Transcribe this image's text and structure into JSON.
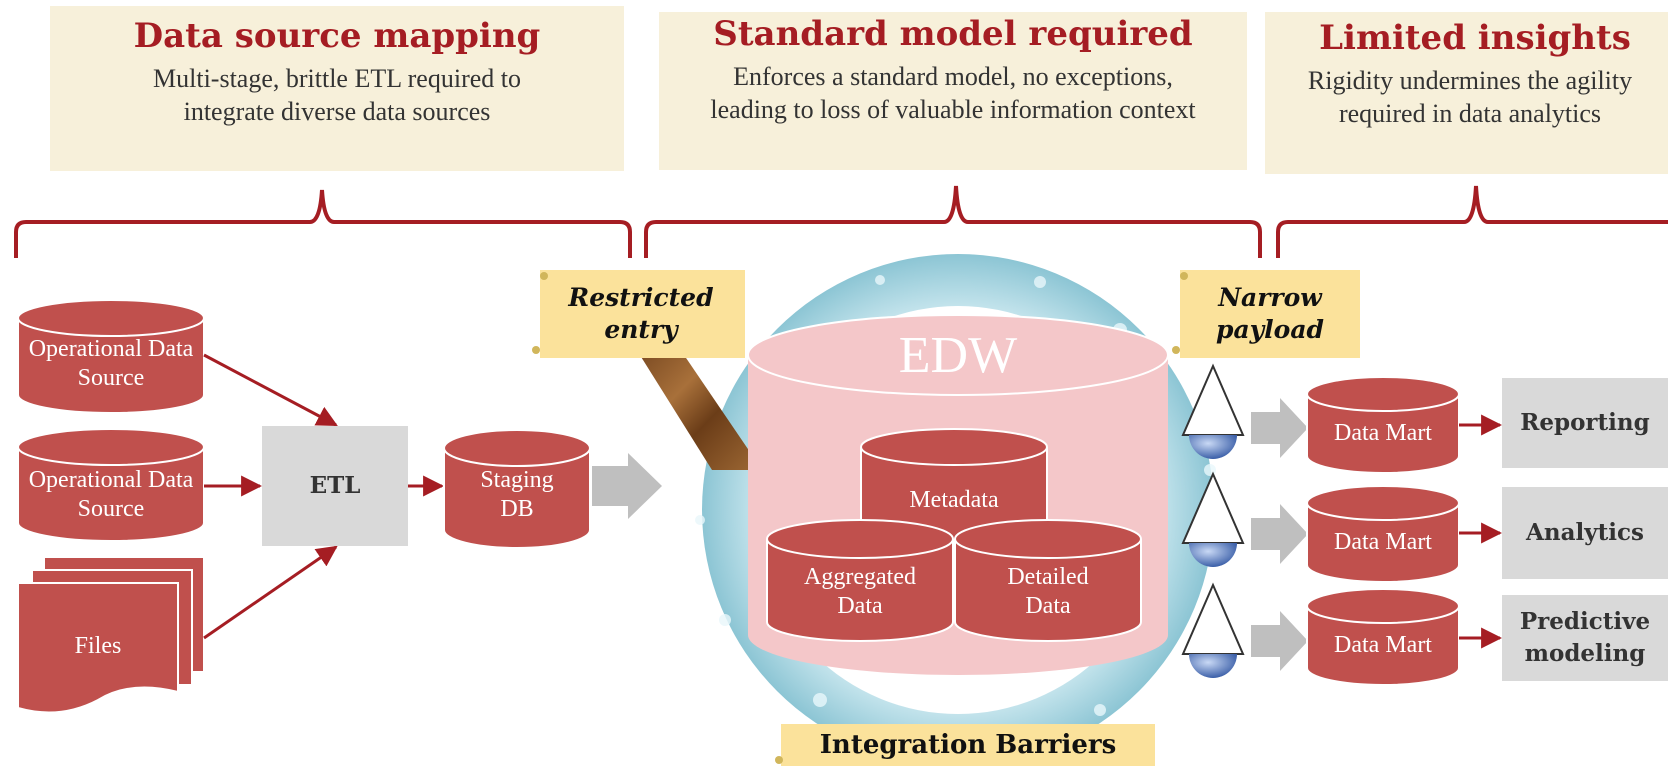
{
  "callouts": [
    {
      "title": "Data source mapping",
      "body": "Multi-stage, brittle ETL required to integrate diverse data sources"
    },
    {
      "title": "Standard model required",
      "body": "Enforces a standard model, no exceptions, leading to loss of valuable information context"
    },
    {
      "title": "Limited insights",
      "body": "Rigidity undermines the agility required in data analytics"
    }
  ],
  "sources": {
    "operational_1": "Operational Data Source",
    "operational_2": "Operational Data Source",
    "files": "Files"
  },
  "etl": "ETL",
  "staging": "Staging DB",
  "edw": {
    "title": "EDW",
    "metadata": "Metadata",
    "aggregated": "Aggregated Data",
    "detailed": "Detailed Data"
  },
  "tags": {
    "restricted": "Restricted entry",
    "narrow": "Narrow payload",
    "barriers": "Integration Barriers"
  },
  "data_marts": [
    "Data Mart",
    "Data Mart",
    "Data Mart"
  ],
  "outputs": [
    "Reporting",
    "Analytics",
    "Predictive modeling"
  ],
  "colors": {
    "brand_red": "#a51d23",
    "cylinder_red": "#c0504d",
    "edw_pink": "#f4c7c9",
    "ring_blue": "#a8d4df",
    "callout_bg": "#f7f0da",
    "tag_bg": "#fbe29b",
    "gray_box": "#d9d9d9"
  }
}
